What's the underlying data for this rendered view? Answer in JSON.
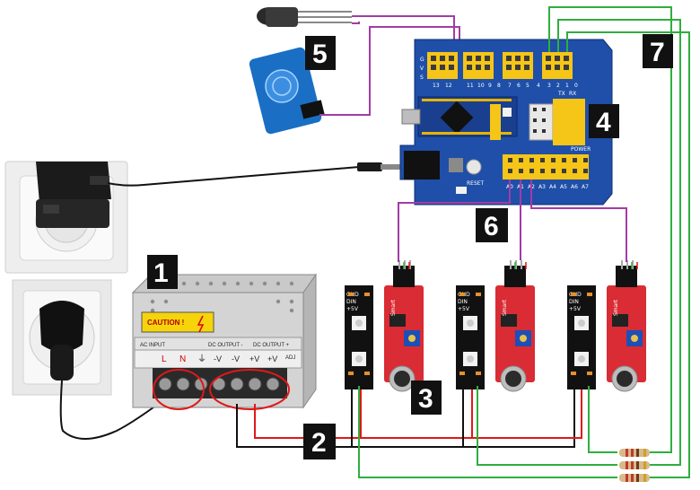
{
  "labels": [
    "1",
    "2",
    "3",
    "4",
    "5",
    "6",
    "7"
  ],
  "psu": {
    "caution": "CAUTION !",
    "ac_input": "AC INPUT",
    "dc_output_minus": "DC OUTPUT -",
    "dc_output_plus": "DC OUTPUT +",
    "terminals": [
      "L",
      "N",
      "⏚",
      "-V",
      "-V",
      "+V",
      "+V"
    ],
    "adj": "ADJ"
  },
  "board": {
    "header_labels": [
      "13",
      "12",
      "11",
      "10",
      "9",
      "8",
      "7",
      "6",
      "5",
      "4",
      "3",
      "2",
      "1",
      "0"
    ],
    "row_labels": [
      "G",
      "V",
      "S"
    ],
    "uart_labels": [
      "TX",
      "RX"
    ],
    "analog_labels": [
      "A0",
      "A1",
      "A2",
      "A3",
      "A4",
      "A5",
      "A6",
      "A7"
    ],
    "reset_label": "RESET",
    "power_label": "POWER"
  },
  "led_strip": {
    "pin_labels": [
      "GND",
      "DIN",
      "+5V"
    ]
  },
  "sensor": {
    "brand": "Smart"
  },
  "colors": {
    "wire_purple": "#a23ca6",
    "wire_green": "#2fae3f",
    "wire_red": "#e01818",
    "wire_black": "#111111",
    "board_blue": "#1f4fa8",
    "header_yellow": "#f5c518",
    "sensor_red": "#d92c34",
    "label_bg": "#111111"
  }
}
